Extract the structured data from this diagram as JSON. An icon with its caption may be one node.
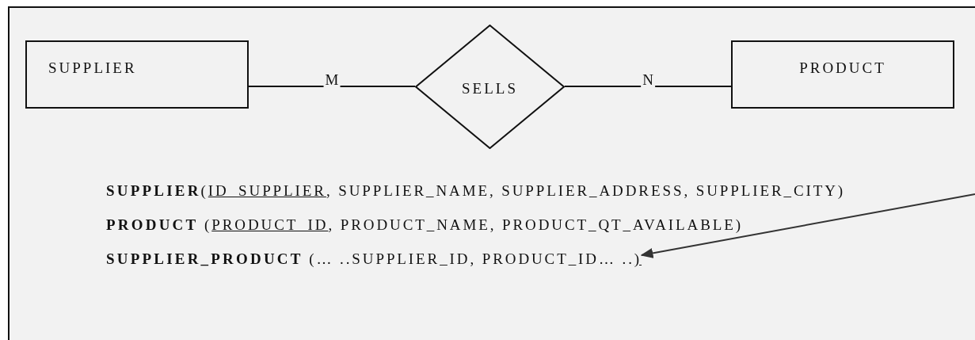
{
  "diagram": {
    "nodes": [
      {
        "text": [
          "SUPPLIER"
        ]
      },
      {
        "text": [
          "SELLS"
        ]
      },
      {
        "text": [
          "PRODUCT"
        ]
      },
      {
        "text": [
          "**SUPPLIER_PRODUCT** (… ..SUPPLIER_ID, PRODUCT_ID… ..)"
        ]
      }
    ],
    "edges": [
      {
        "from": 0,
        "to": 1,
        "arrow": "none",
        "label": "M"
      },
      {
        "from": 1,
        "to": 2,
        "arrow": "none",
        "label": "N"
      },
      {
        "from": null,
        "to": 3,
        "arrow": "to"
      }
    ],
    "labels": [
      "**SUPPLIER**(ID_SUPPLIER, SUPPLIER_NAME, SUPPLIER_ADDRESS, SUPPLIER_CITY)",
      "**PRODUCT** (PRODUCT_ID, PRODUCT_NAME, PRODUCT_QT_AVAILABLE)"
    ]
  }
}
